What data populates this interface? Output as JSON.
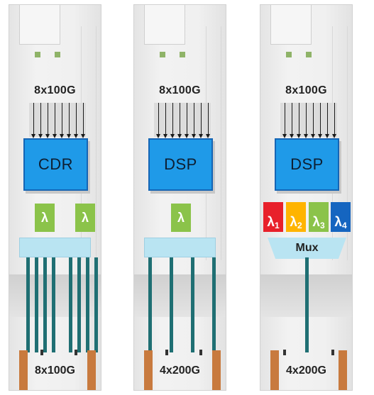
{
  "modules": [
    {
      "input_label": "8x100G",
      "chip_label": "CDR",
      "lambdas": [
        "λ",
        "λ"
      ],
      "output_label": "8x100G"
    },
    {
      "input_label": "8x100G",
      "chip_label": "DSP",
      "lambdas": [
        "λ"
      ],
      "output_label": "4x200G"
    },
    {
      "input_label": "8x100G",
      "chip_label": "DSP",
      "wavelengths": [
        {
          "symbol": "λ",
          "index": "1",
          "color": "#e8202a"
        },
        {
          "symbol": "λ",
          "index": "2",
          "color": "#ffb400"
        },
        {
          "symbol": "λ",
          "index": "3",
          "color": "#8bc34a"
        },
        {
          "symbol": "λ",
          "index": "4",
          "color": "#1565c0"
        }
      ],
      "mux_label": "Mux",
      "output_label": "4x200G"
    }
  ],
  "colors": {
    "chip_fill": "#1f9ae8",
    "chip_border": "#1565b5",
    "lambda_green": "#8bc34a",
    "bar_fill": "#b9e4f2",
    "fiber": "#1f6f73",
    "connector": "#c87a3e"
  }
}
